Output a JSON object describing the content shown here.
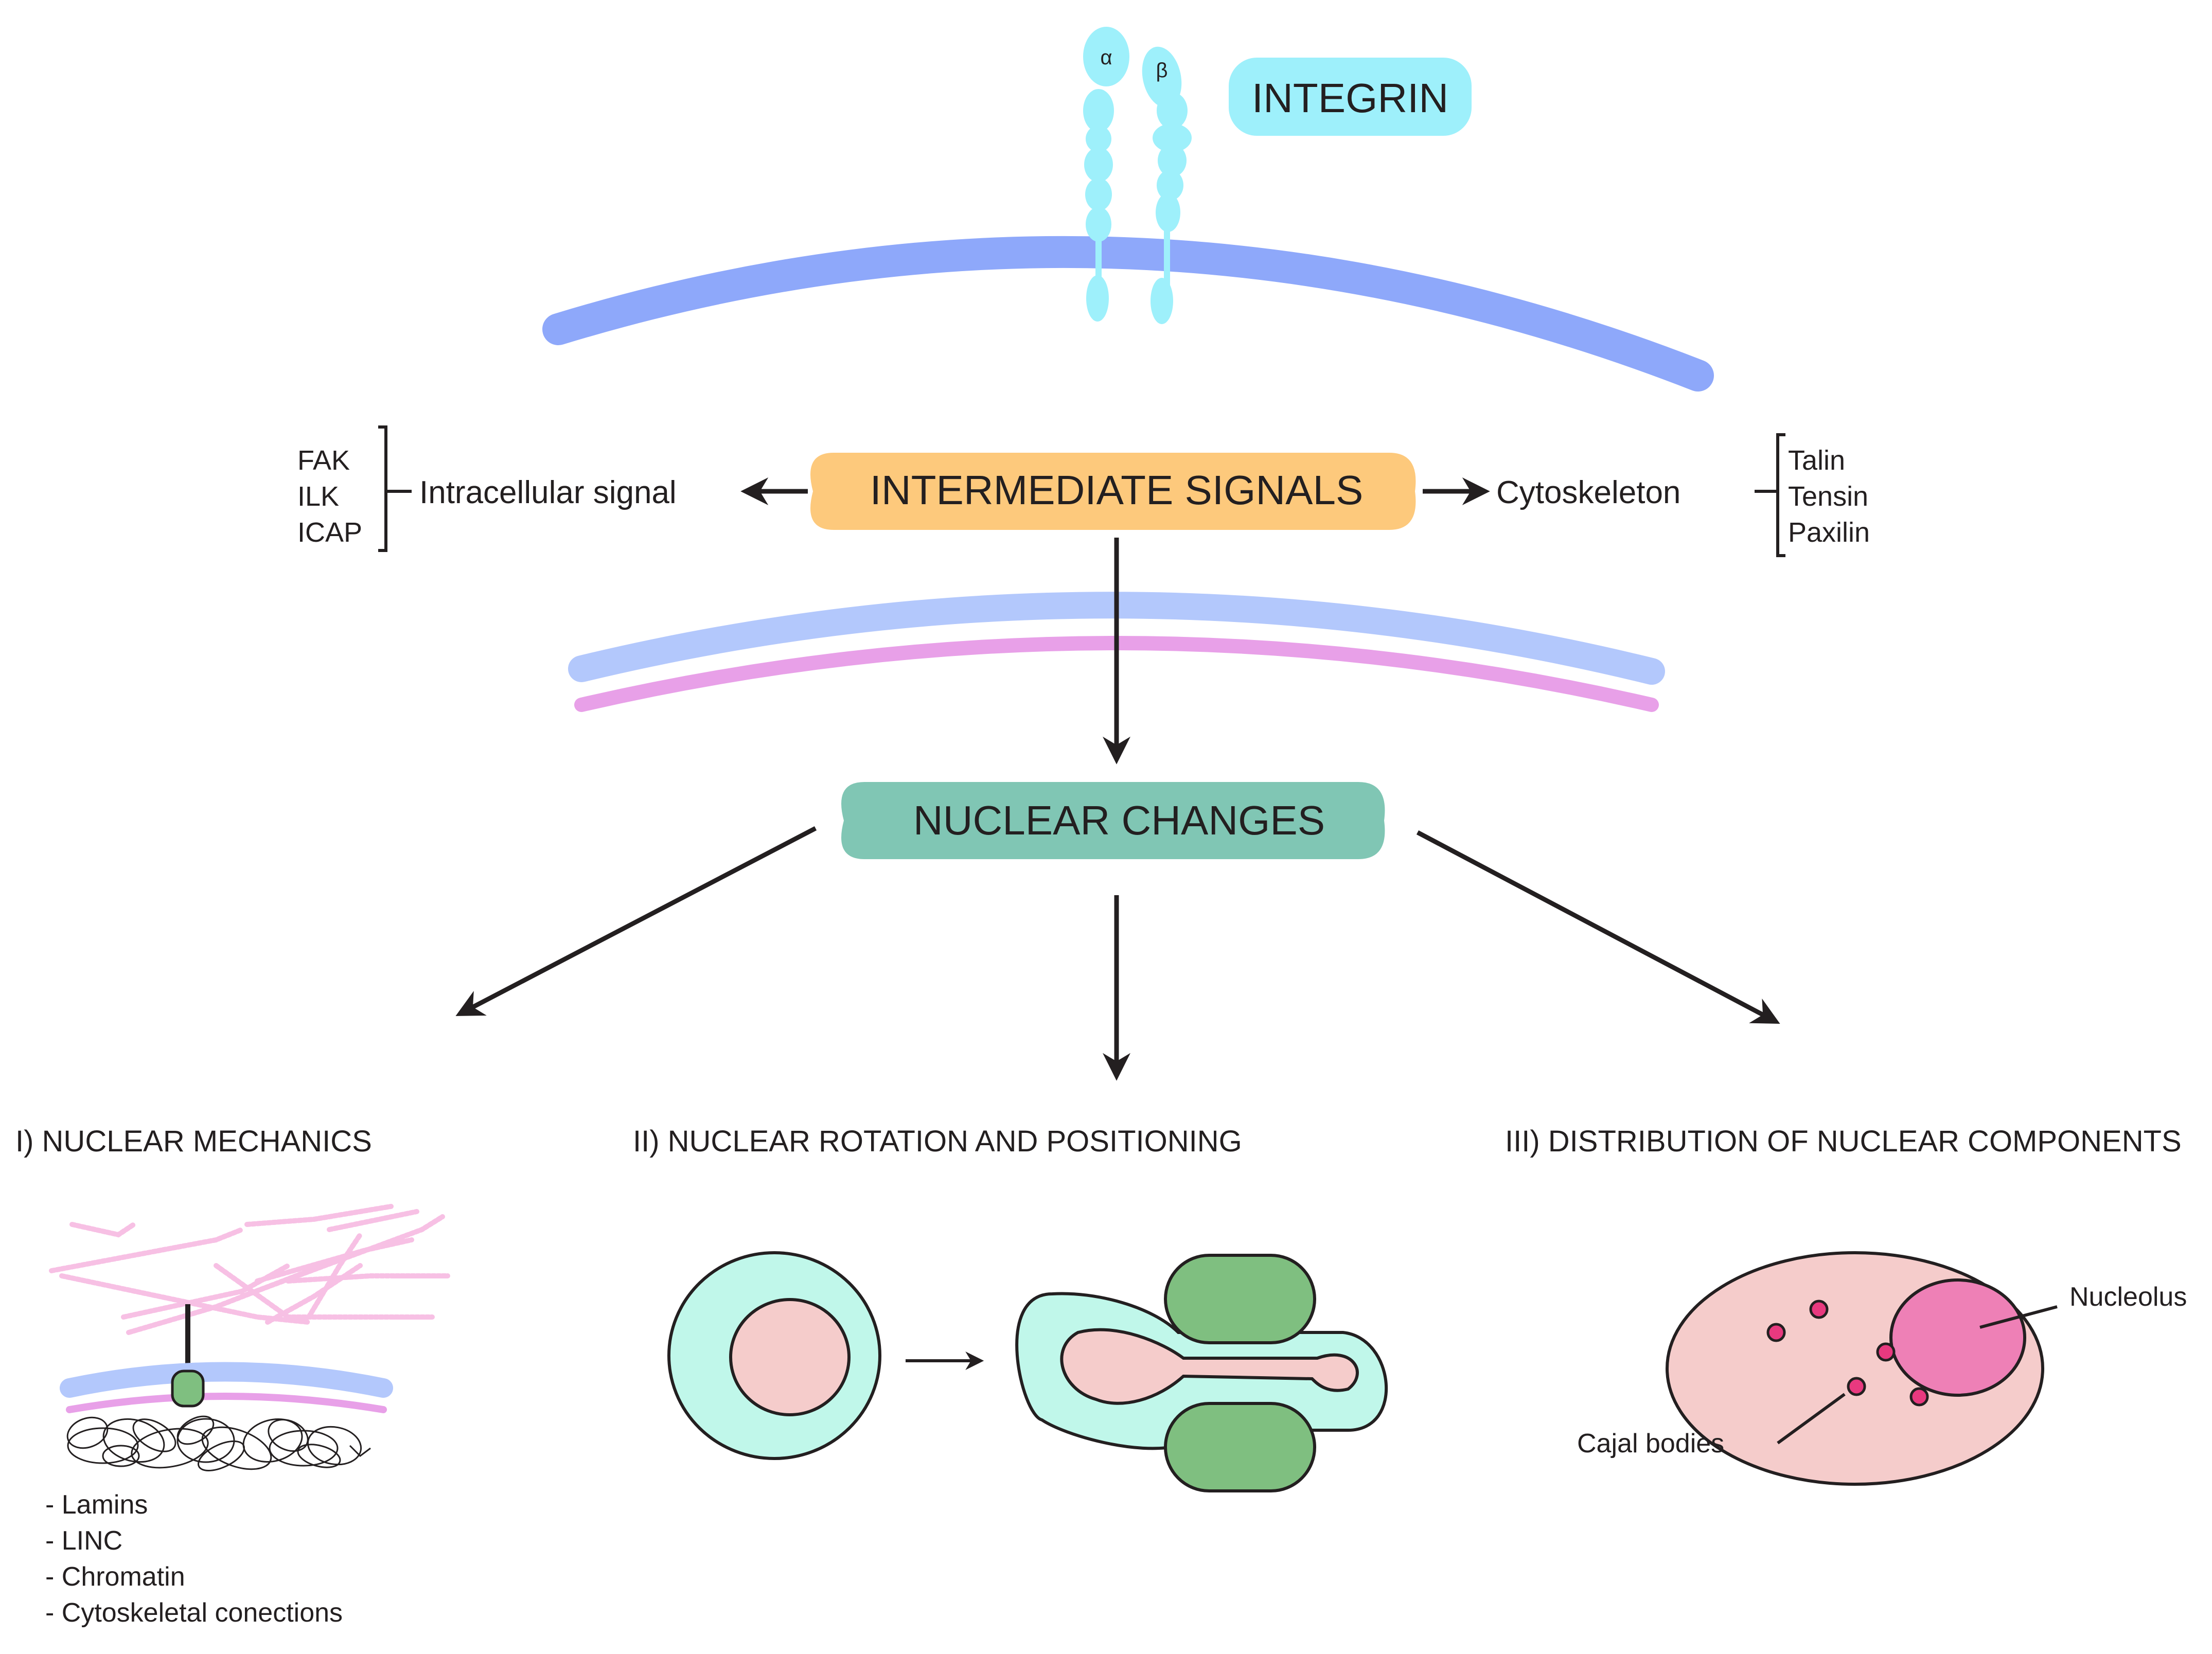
{
  "labels": {
    "integrin": "INTEGRIN",
    "alpha": "α",
    "beta": "β",
    "intermediate_signals": "INTERMEDIATE SIGNALS",
    "intracellular_signal": "Intracellular signal",
    "intracellular_items": [
      "FAK",
      "ILK",
      "ICAP"
    ],
    "cytoskeleton": "Cytoskeleton",
    "cytoskeleton_items": [
      "Talin",
      "Tensin",
      "Paxilin"
    ],
    "nuclear_changes": "NUCLEAR CHANGES",
    "mechanics_title": "I) NUCLEAR MECHANICS",
    "rotation_title": "II) NUCLEAR ROTATION AND POSITIONING",
    "distribution_title": "III) DISTRIBUTION OF NUCLEAR COMPONENTS",
    "mechanics_list": [
      "- Lamins",
      "- LINC",
      "- Chromatin",
      "- Cytoskeletal conections"
    ],
    "nucleolus": "Nucleolus",
    "cajal_bodies": "Cajal bodies"
  },
  "colors": {
    "integrin": "#9ef0fb",
    "cell_membrane": "#8ea8fa",
    "intermediate": "#fdc97c",
    "nuclear_outer": "#b3c8fc",
    "nuclear_inner": "#e8a0e8",
    "nuclear_changes": "#80c6b4",
    "cytoplasm": "#c0f7ea",
    "nucleus": "#f5cccb",
    "green_body": "#7fbf80",
    "nucleolus": "#ee80b6",
    "cajal": "#e8397f",
    "actin": "#f7c0e4",
    "arrow": "#231f20"
  }
}
